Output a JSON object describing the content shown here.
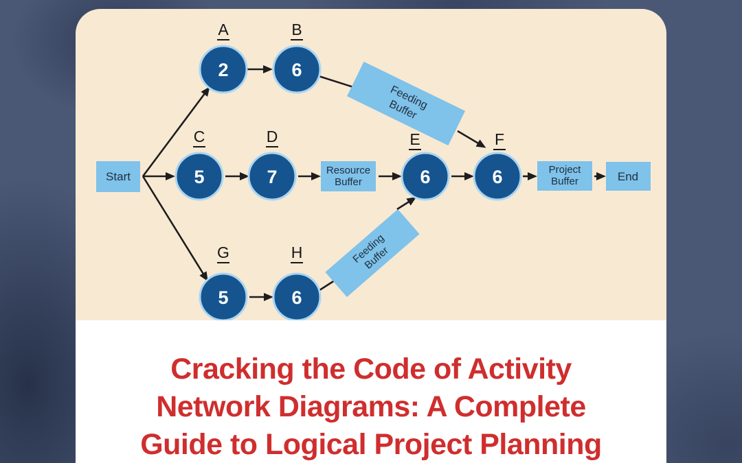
{
  "colors": {
    "outer_background": "#4a5876",
    "card_background": "#f8e9d3",
    "panel_background": "#ffffff",
    "node_fill": "#15548f",
    "node_ring": "#a9d5f1",
    "box_fill": "#7fc2ea",
    "arrow": "#1d1d1d",
    "title_red": "#cf2e2e"
  },
  "diagram": {
    "start_label": "Start",
    "end_label": "End",
    "nodes": [
      {
        "letter": "A",
        "value": "2"
      },
      {
        "letter": "B",
        "value": "6"
      },
      {
        "letter": "C",
        "value": "5"
      },
      {
        "letter": "D",
        "value": "7"
      },
      {
        "letter": "E",
        "value": "6"
      },
      {
        "letter": "F",
        "value": "6"
      },
      {
        "letter": "G",
        "value": "5"
      },
      {
        "letter": "H",
        "value": "6"
      }
    ],
    "buffers": {
      "feeding_top": {
        "line1": "Feeding",
        "line2": "Buffer"
      },
      "resource": {
        "line1": "Resource",
        "line2": "Buffer"
      },
      "project": {
        "line1": "Project",
        "line2": "Buffer"
      },
      "feeding_bottom": {
        "line1": "Feeding",
        "line2": "Buffer"
      }
    },
    "edges": [
      "Start→A",
      "Start→C",
      "Start→G",
      "A→B",
      "B→Feeding Buffer (top)",
      "Feeding Buffer (top)→F",
      "C→D",
      "D→Resource Buffer",
      "Resource Buffer→E",
      "E→F",
      "F→Project Buffer",
      "Project Buffer→End",
      "G→H",
      "H→Feeding Buffer (bottom)",
      "Feeding Buffer (bottom)→E"
    ]
  },
  "title": {
    "lines": [
      "Cracking the Code of Activity",
      "Network Diagrams: A Complete",
      "Guide to Logical Project Planning"
    ]
  }
}
